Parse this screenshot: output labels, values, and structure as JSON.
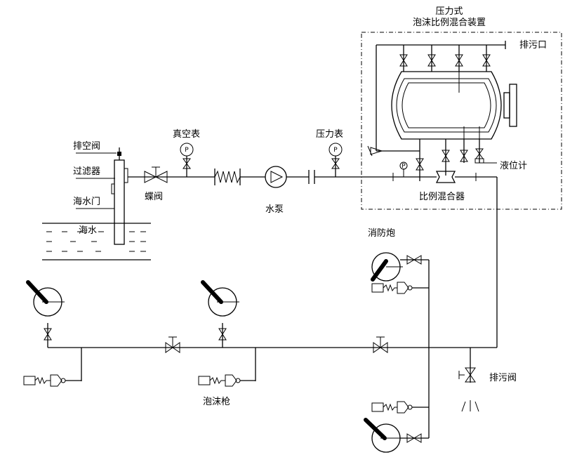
{
  "labels": {
    "pressure_device_line1": "压力式",
    "pressure_device_line2": "泡沫比例混合装置",
    "drain_outlet": "排污口",
    "vent_valve": "排空阀",
    "filter": "过滤器",
    "sea_gate": "海水门",
    "seawater": "海水",
    "butterfly_valve": "蝶阀",
    "vacuum_gauge": "真空表",
    "water_pump": "水泵",
    "pressure_gauge": "压力表",
    "proportioner": "比例混合器",
    "level_gauge": "液位计",
    "fire_monitor": "消防炮",
    "foam_gun": "泡沫枪",
    "drain_valve": "排污阀",
    "gauge_symbol": "P"
  }
}
